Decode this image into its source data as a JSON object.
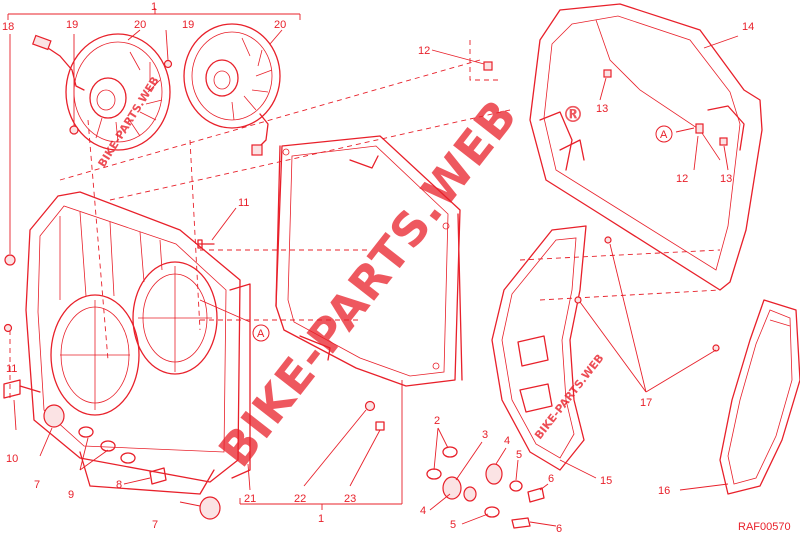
{
  "drawing_ref": "RAF00570",
  "watermark": {
    "main": "BIKE-PARTS.WEB",
    "registered": "®",
    "small_left": "BIKE-PARTS.WEB",
    "small_right": "BIKE-PARTS.WEB"
  },
  "markers": {
    "a": "A"
  },
  "callouts": {
    "c1_top": "1",
    "c18": "18",
    "c19_left": "19",
    "c20_left": "20",
    "c19_right": "19",
    "c20_right": "20",
    "c12_top": "12",
    "c13_top": "13",
    "c14": "14",
    "c12_right": "12",
    "c13_right": "13",
    "c11_mid": "11",
    "c11_left": "11",
    "c10": "10",
    "c7_left": "7",
    "c9": "9",
    "c8": "8",
    "c7_bottom": "7",
    "c21": "21",
    "c22": "22",
    "c23": "23",
    "c1_bottom": "1",
    "c2": "2",
    "c3": "3",
    "c4_top": "4",
    "c4_bottom": "4",
    "c5_top": "5",
    "c5_bottom": "5",
    "c6_top": "6",
    "c6_bottom": "6",
    "c15": "15",
    "c16": "16",
    "c17": "17"
  }
}
